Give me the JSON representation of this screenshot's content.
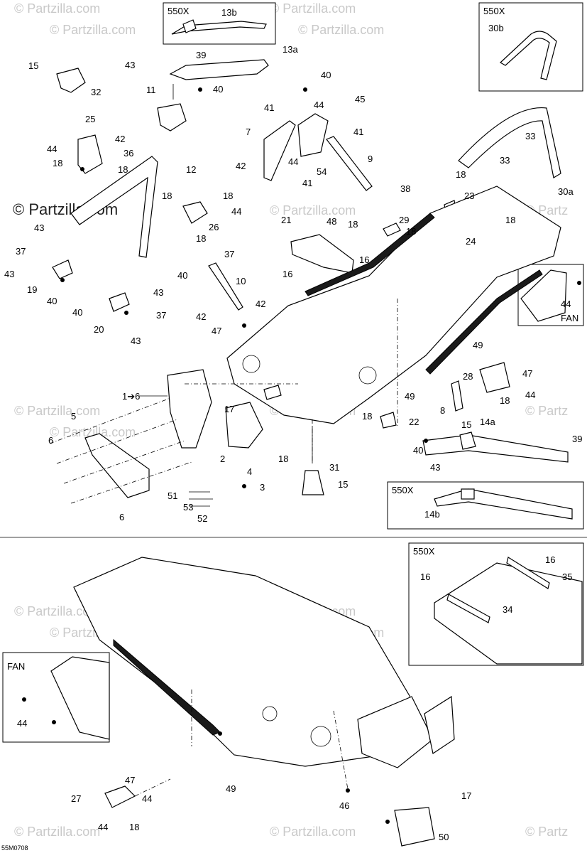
{
  "diagram": {
    "ref_code": "55M0708",
    "copyright_mark": "© Partzilla.com",
    "watermark_text": "© Partzilla.com",
    "watermark_text_short": "© Partz",
    "inset_labels": {
      "model_550x": "550X",
      "fan": "FAN"
    },
    "callouts": {
      "c1to6": "1➔6",
      "c2": "2",
      "c3": "3",
      "c4": "4",
      "c5": "5",
      "c6": "6",
      "c7": "7",
      "c8": "8",
      "c9": "9",
      "c10": "10",
      "c11": "11",
      "c12": "12",
      "c13a": "13a",
      "c13b": "13b",
      "c14a": "14a",
      "c14b": "14b",
      "c15": "15",
      "c16": "16",
      "c17": "17",
      "c18": "18",
      "c19": "19",
      "c20": "20",
      "c21": "21",
      "c22": "22",
      "c23": "23",
      "c24": "24",
      "c25": "25",
      "c26": "26",
      "c27": "27",
      "c28": "28",
      "c29": "29",
      "c30a": "30a",
      "c30b": "30b",
      "c31": "31",
      "c32": "32",
      "c33": "33",
      "c34": "34",
      "c35": "35",
      "c36": "36",
      "c37": "37",
      "c38": "38",
      "c39": "39",
      "c40": "40",
      "c41": "41",
      "c42": "42",
      "c43": "43",
      "c44": "44",
      "c45": "45",
      "c46": "46",
      "c47": "47",
      "c48": "48",
      "c49": "49",
      "c50": "50",
      "c51": "51",
      "c52": "52",
      "c53": "53",
      "c54": "54"
    }
  }
}
